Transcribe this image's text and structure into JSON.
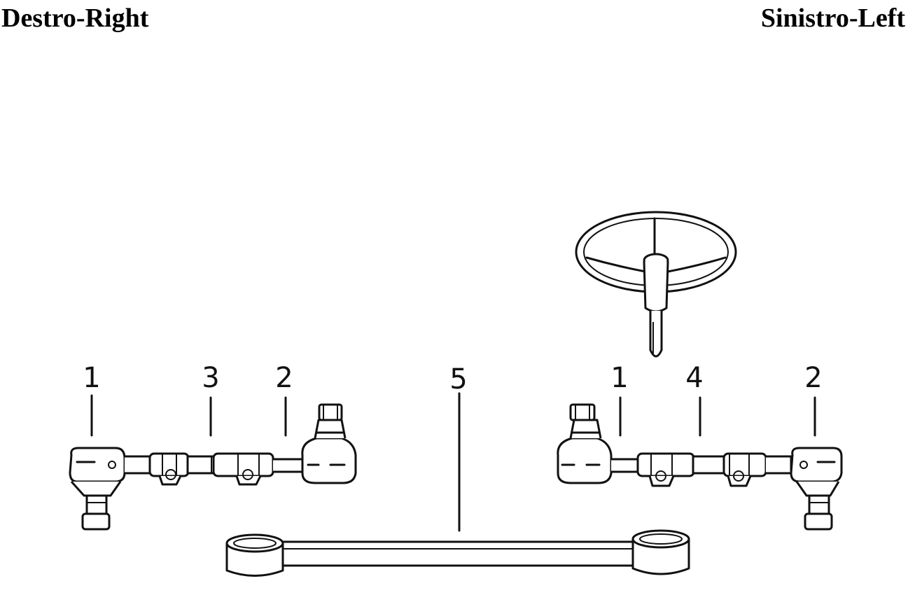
{
  "headings": {
    "left": "Destro-Right",
    "right": "Sinistro-Left"
  },
  "callouts": {
    "right_side": {
      "c1": "1",
      "c3": "3",
      "c2": "2"
    },
    "center": {
      "c5": "5"
    },
    "left_side": {
      "c1": "1",
      "c4": "4",
      "c2": "2"
    }
  },
  "colors": {
    "ink": "#111111",
    "paper": "#ffffff"
  }
}
